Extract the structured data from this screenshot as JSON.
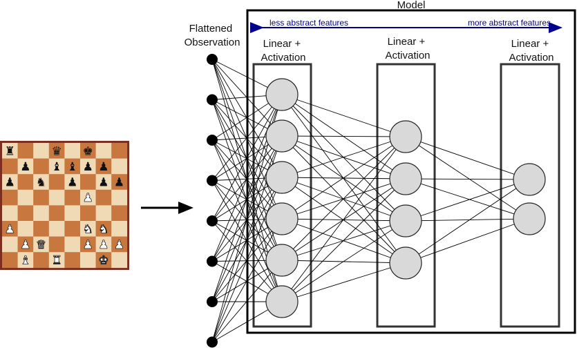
{
  "model_title": "Model",
  "input_label": [
    "Flattened",
    "Observation"
  ],
  "abstraction_arrow": {
    "left_label": "less abstract features",
    "right_label": "more abstract features",
    "color": "#00008b"
  },
  "layers": [
    {
      "label": [
        "Linear +",
        "Activation"
      ],
      "neurons": 6
    },
    {
      "label": [
        "Linear +",
        "Activation"
      ],
      "neurons": 4
    },
    {
      "label": [
        "Linear +",
        "Activation"
      ],
      "neurons": 2
    }
  ],
  "input_nodes": 8,
  "neuron_fill": "#d9d9d9",
  "board": {
    "light_color": "#f0d9b5",
    "dark_color": "#c8773e",
    "frame_color": "#7b2e1e",
    "rows": [
      [
        "r",
        "",
        "",
        "q",
        "",
        "k",
        "",
        ""
      ],
      [
        "",
        "p",
        "",
        "b",
        "b",
        "p",
        "p",
        ""
      ],
      [
        "p",
        "",
        "n",
        "",
        "p",
        "",
        "p",
        "p"
      ],
      [
        "",
        "",
        "",
        "",
        "",
        "P",
        "",
        ""
      ],
      [
        "",
        "",
        "",
        "",
        "",
        "",
        "",
        ""
      ],
      [
        "P",
        "",
        "",
        "",
        "",
        "N",
        "N",
        ""
      ],
      [
        "",
        "P",
        "Q",
        "",
        "",
        "P",
        "P",
        "P"
      ],
      [
        "",
        "B",
        "",
        "R",
        "",
        "",
        "K",
        ""
      ]
    ]
  }
}
